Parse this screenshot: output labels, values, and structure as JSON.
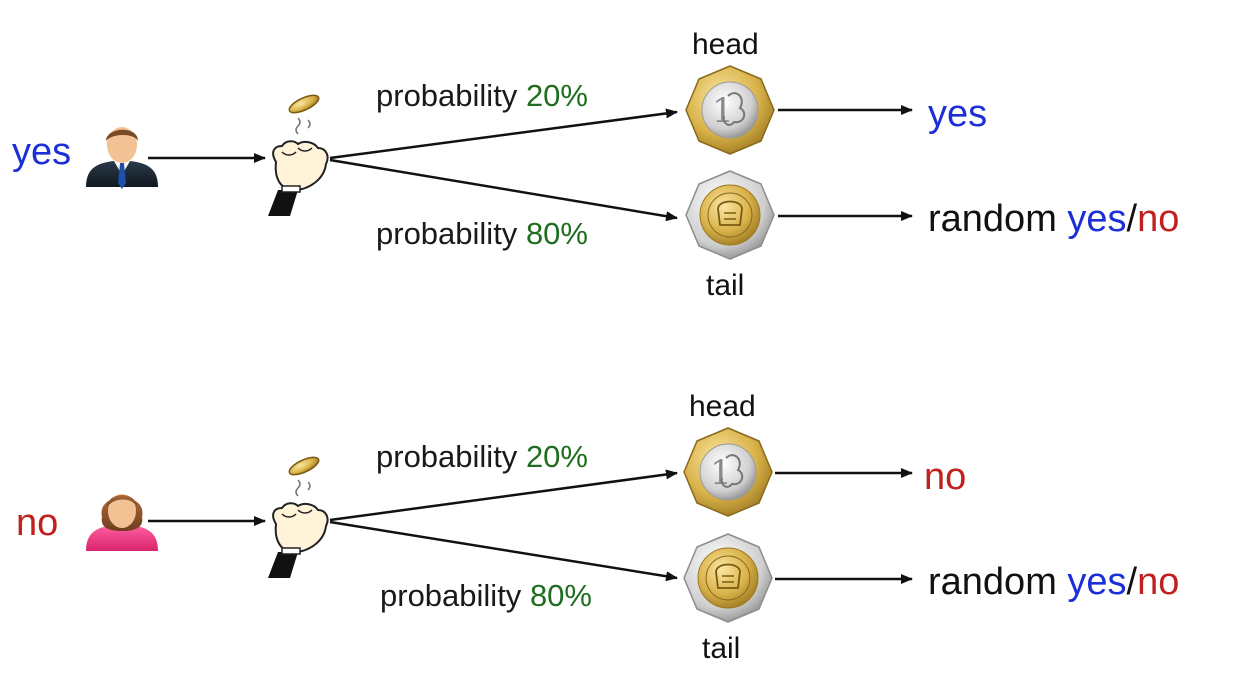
{
  "rows": [
    {
      "person": "yes",
      "person_color": "#1c2fd6",
      "person_icon": "male-user-icon",
      "head_prob_label": "probability",
      "head_prob_value": "20%",
      "tail_prob_label": "probability",
      "tail_prob_value": "80%",
      "head_label": "head",
      "tail_label": "tail",
      "head_outcome": "yes",
      "tail_outcome_prefix": "random ",
      "tail_outcome_yes": "yes",
      "tail_outcome_sep": "/",
      "tail_outcome_no": "no"
    },
    {
      "person": "no",
      "person_color": "#c0201e",
      "person_icon": "female-user-icon",
      "head_prob_label": "probability",
      "head_prob_value": "20%",
      "tail_prob_label": "probability",
      "tail_prob_value": "80%",
      "head_label": "head",
      "tail_label": "tail",
      "head_outcome": "no",
      "tail_outcome_prefix": "random ",
      "tail_outcome_yes": "yes",
      "tail_outcome_sep": "/",
      "tail_outcome_no": "no"
    }
  ],
  "colors": {
    "yes": "#1c2fd6",
    "no": "#c0201e",
    "percent": "#1f6e1f",
    "coin_gold": "#d9b24a",
    "coin_silver": "#c9c9c9"
  }
}
